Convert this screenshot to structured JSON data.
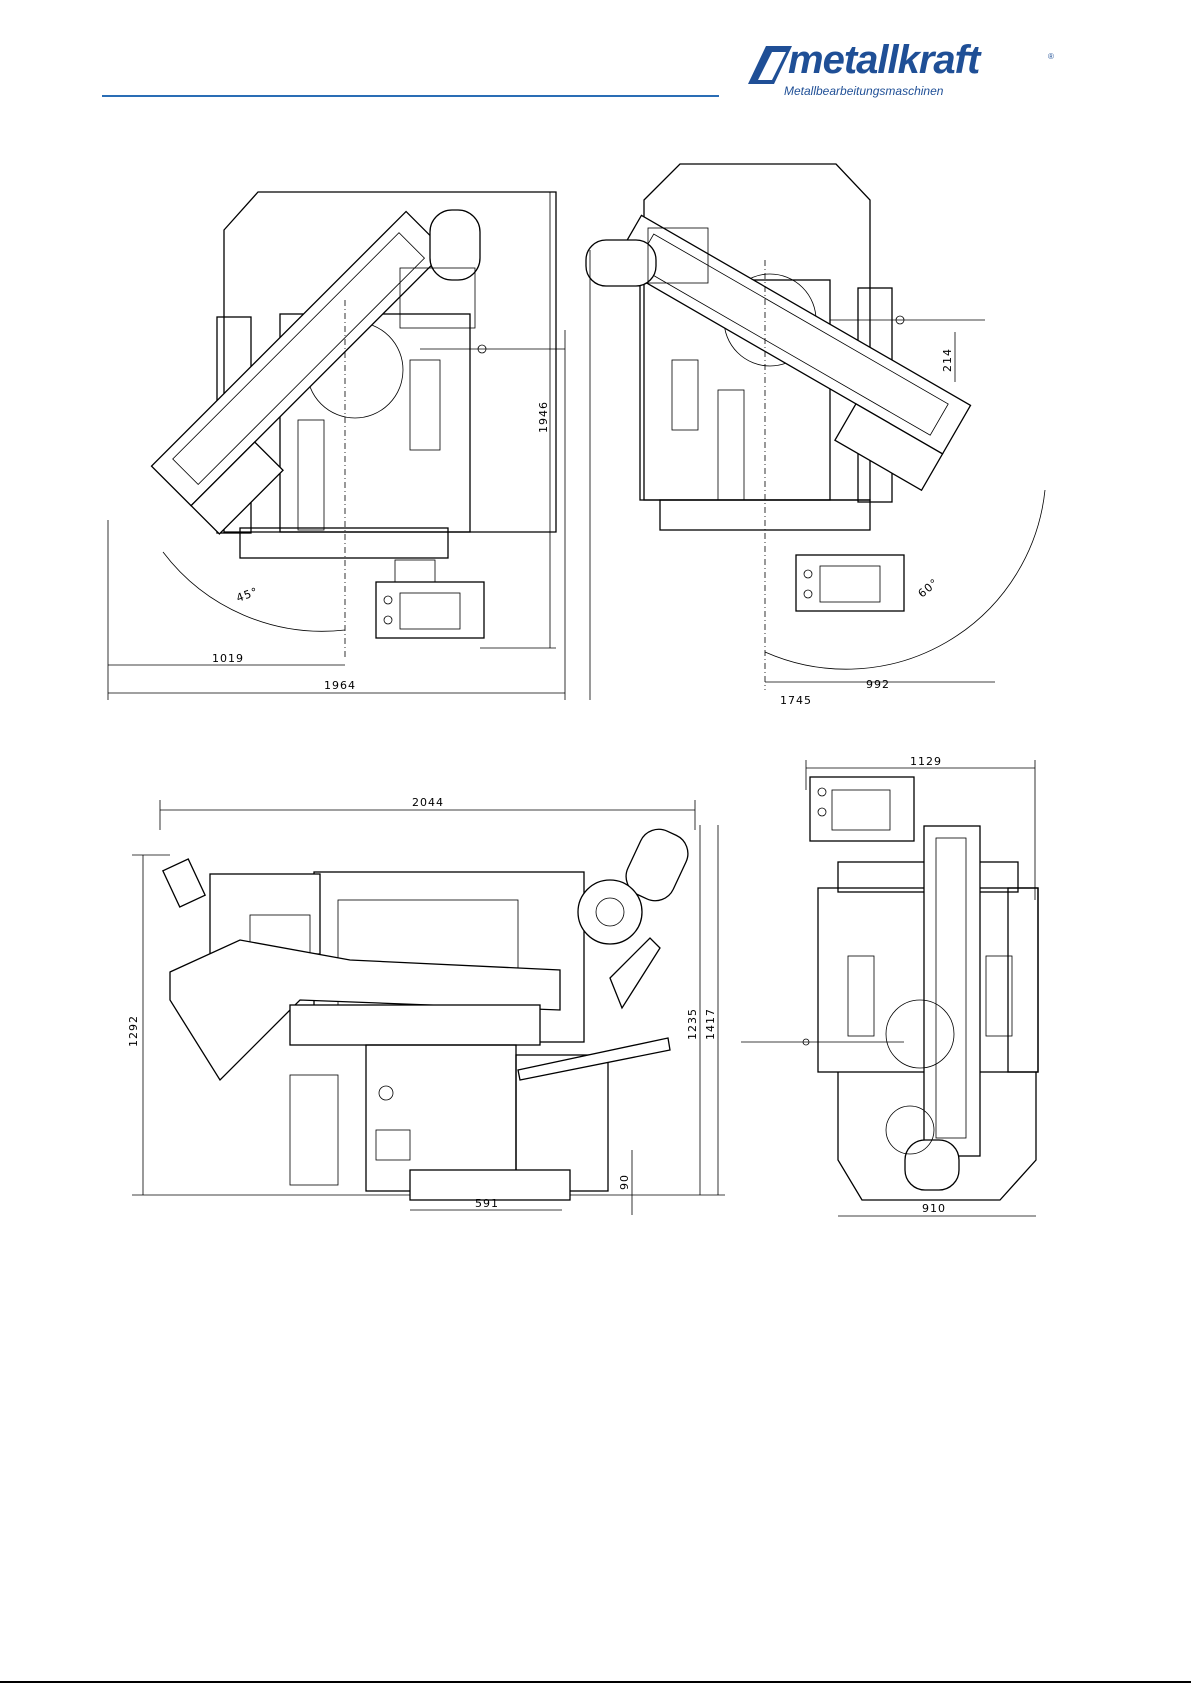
{
  "brand": {
    "name": "metallkraft",
    "tagline": "Metallbearbeitungsmaschinen",
    "registered": "®",
    "color": "#1f4f96"
  },
  "header": {
    "rule_color": "#2a6db5"
  },
  "views": {
    "top_left": {
      "dim_width_partial": "1019",
      "dim_width_total": "1964",
      "dim_height": "1946",
      "angle": "45°"
    },
    "top_right": {
      "dim_offset": "214",
      "dim_width": "992",
      "dim_width_total": "1745",
      "angle": "60°"
    },
    "front": {
      "dim_width": "2044",
      "dim_height_left": "1292",
      "dim_height_mid": "1235",
      "dim_height_right": "1417",
      "dim_base": "591",
      "dim_foot": "90"
    },
    "side": {
      "dim_width_top": "1129",
      "dim_width_bottom": "910"
    }
  }
}
